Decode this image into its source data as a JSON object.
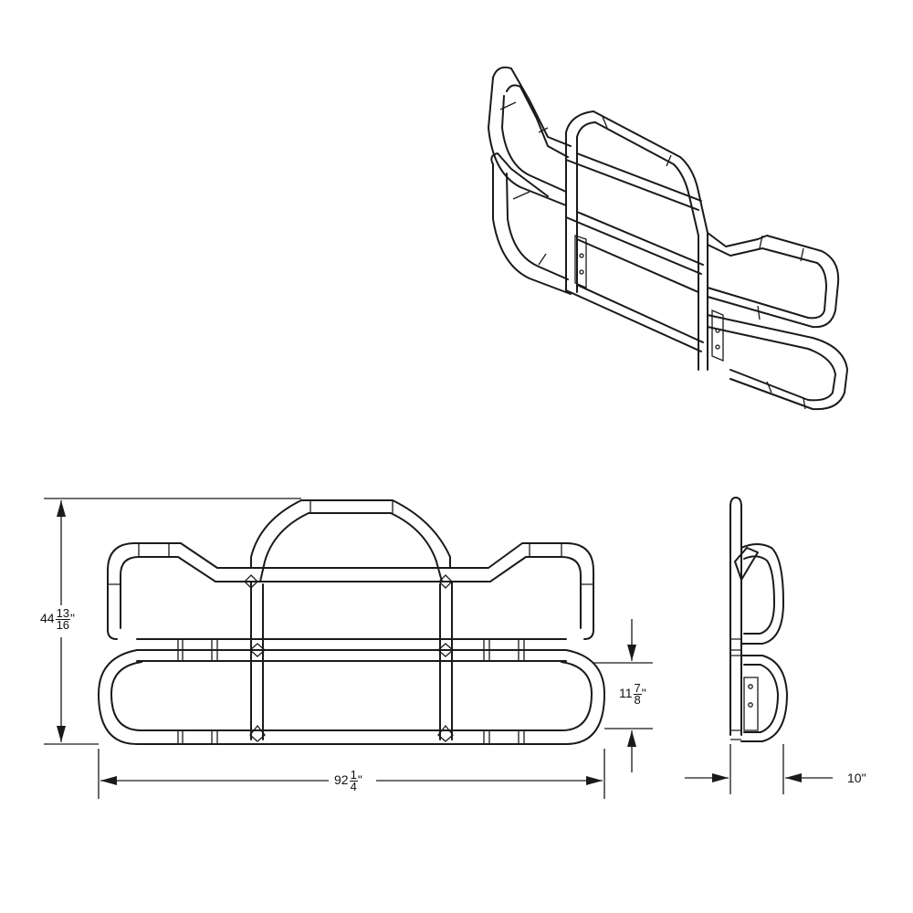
{
  "dimensions": {
    "height": {
      "whole": "44",
      "numerator": "13",
      "denominator": "16",
      "unit": "\""
    },
    "width": {
      "whole": "92",
      "numerator": "1",
      "denominator": "4",
      "unit": "\""
    },
    "bar_spacing": {
      "whole": "11",
      "numerator": "7",
      "denominator": "8",
      "unit": "\""
    },
    "depth": {
      "text": "10\""
    }
  },
  "views": [
    "isometric",
    "front",
    "side"
  ]
}
